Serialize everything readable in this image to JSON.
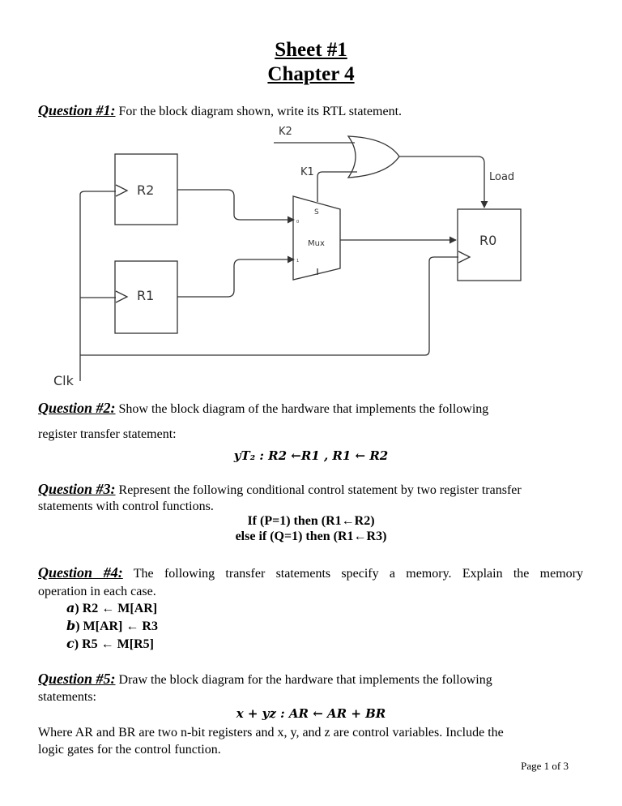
{
  "header": {
    "title": "Sheet #1",
    "subtitle": "Chapter 4"
  },
  "q1": {
    "heading": "Question #1:",
    "text": " For the block diagram shown, write its RTL statement."
  },
  "diagram": {
    "k2": "K2",
    "k1": "K1",
    "load": "Load",
    "r2": "R2",
    "r1": "R1",
    "r0": "R0",
    "mux": "Mux",
    "s": "S",
    "clk": "Clk",
    "in0": "0",
    "in1": "1"
  },
  "q2": {
    "heading": "Question #2:",
    "line1": " Show the block diagram of the hardware that implements the following",
    "line2": "register transfer statement:",
    "statement": "yT₂ :  R2 ←R1 ,      R1 ← R2"
  },
  "q3": {
    "heading": "Question #3:",
    "line1": " Represent the following conditional control statement by two register transfer",
    "line2": "statements with control functions.",
    "cond1": "If (P=1) then (R1←R2)",
    "cond2": "else if (Q=1) then (R1←R3)"
  },
  "q4": {
    "heading": "Question  #4:",
    "line1": " The following transfer statements specify a memory. Explain the memory",
    "line2": "operation in each case.",
    "items": [
      {
        "label": "a",
        "text": "  R2 ← M[AR]"
      },
      {
        "label": "b",
        "text": " M[AR] ← R3"
      },
      {
        "label": "c",
        "text": " R5 ← M[R5]"
      }
    ]
  },
  "q5": {
    "heading": "Question #5:",
    "line1": " Draw the block diagram for the hardware that implements the following",
    "line2": "statements:",
    "statement": "x + yz : AR ← AR + BR",
    "line3": "Where AR and BR are two n-bit registers and x, y, and z are control variables. Include the",
    "line4": "logic gates for the control function."
  },
  "footer": {
    "page": "Page 1 of 3"
  }
}
